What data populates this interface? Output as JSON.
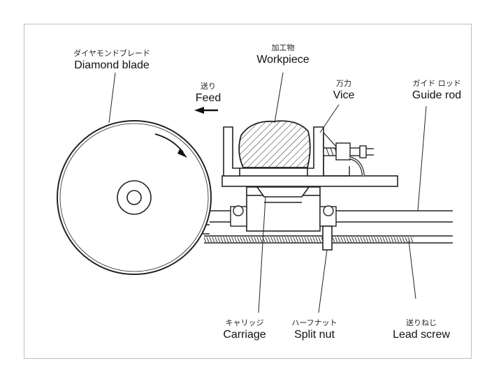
{
  "labels": {
    "diamond_blade": {
      "jp": "ダイヤモンドブレード",
      "en": "Diamond blade"
    },
    "workpiece": {
      "jp": "加工物",
      "en": "Workpiece"
    },
    "feed": {
      "jp": "送り",
      "en": "Feed"
    },
    "vice": {
      "jp": "万力",
      "en": "Vice"
    },
    "guide_rod": {
      "jp": "ガイド ロッド",
      "en": "Guide rod"
    },
    "carriage": {
      "jp": "キャリッジ",
      "en": "Carriage"
    },
    "split_nut": {
      "jp": "ハーフナット",
      "en": "Split nut"
    },
    "lead_screw": {
      "jp": "送りねじ",
      "en": "Lead screw"
    }
  }
}
